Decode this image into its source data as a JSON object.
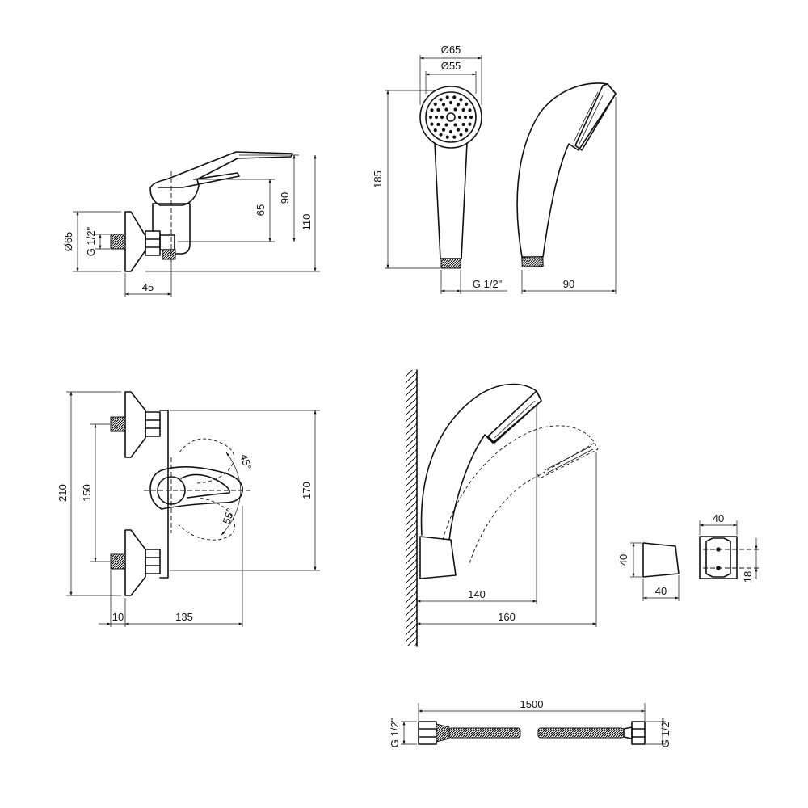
{
  "dimensions": {
    "mixer_side": {
      "d65": "Ø65",
      "thread": "G 1/2\"",
      "h65": "65",
      "h90": "90",
      "h110": "110",
      "w45": "45"
    },
    "handshower": {
      "d65": "Ø65",
      "d55": "Ø55",
      "h185": "185",
      "thread": "G 1/2\"",
      "w90": "90"
    },
    "mixer_front": {
      "h210": "210",
      "h150": "150",
      "h170": "170",
      "w10": "10",
      "w135": "135",
      "angle45": "45°",
      "angle55": "55°"
    },
    "wall_holder": {
      "w140": "140",
      "w160": "160"
    },
    "bracket": {
      "w40_top": "40",
      "h40": "40",
      "w40_bottom": "40",
      "h18": "18"
    },
    "hose": {
      "length": "1500",
      "thread_left": "G 1/2\"",
      "thread_right": "G 1/2\""
    }
  }
}
